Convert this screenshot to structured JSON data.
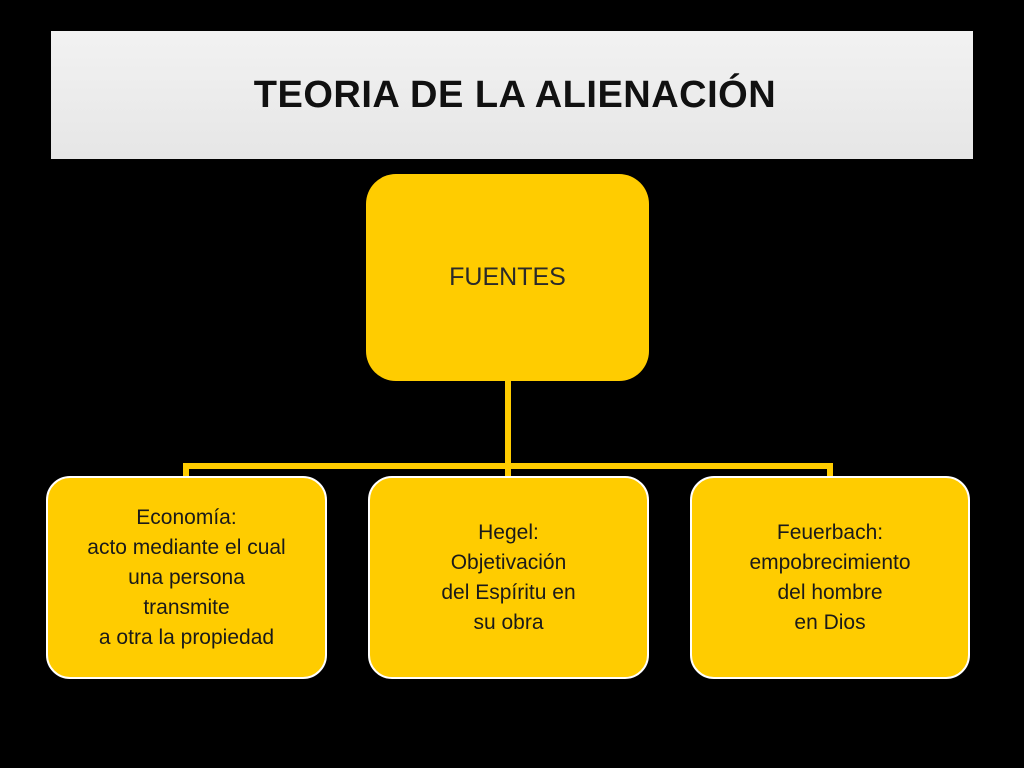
{
  "colors": {
    "background": "#000000",
    "node_fill": "#ffcc00",
    "connector": "#ffcc00",
    "title_bar": "#eeeeee"
  },
  "title": "TEORIA DE LA ALIENACIÓN",
  "diagram": {
    "root": {
      "label": "FUENTES"
    },
    "children": [
      {
        "lines": [
          "Economía:",
          "acto mediante el cual",
          "una persona",
          "transmite",
          "a otra la propiedad"
        ]
      },
      {
        "lines": [
          "Hegel:",
          "Objetivación",
          "del Espíritu en",
          "su obra"
        ]
      },
      {
        "lines": [
          "Feuerbach:",
          "empobrecimiento",
          "del hombre",
          "en Dios"
        ]
      }
    ]
  }
}
